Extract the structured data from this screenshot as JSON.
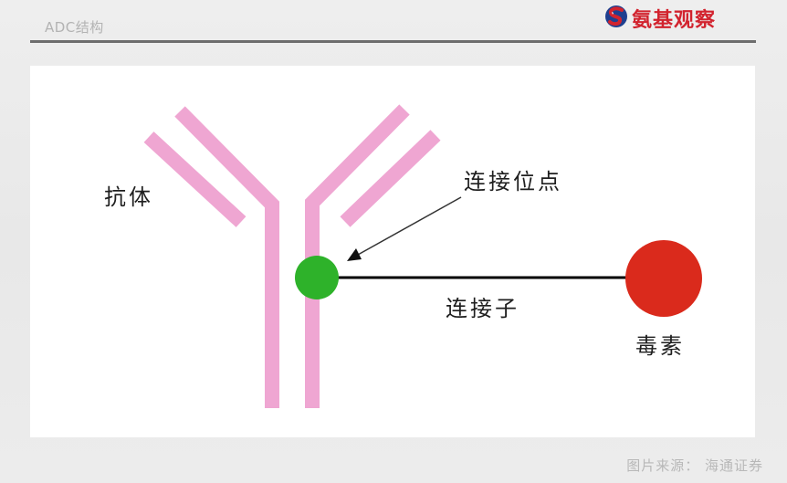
{
  "header": {
    "title": "ADC结构",
    "brand_name": "氨基观察",
    "brand_icon": "s-swirl-logo-icon",
    "brand_color": "#d2232e"
  },
  "diagram": {
    "labels": {
      "antibody": "抗体",
      "conjugation_site": "连接位点",
      "linker": "连接子",
      "toxin": "毒素"
    },
    "colors": {
      "antibody": "#efa6d2",
      "conjugation_site": "#2eb22a",
      "toxin": "#da2a1c",
      "linker": "#000000"
    }
  },
  "footer": {
    "source": "图片来源： 海通证券"
  }
}
